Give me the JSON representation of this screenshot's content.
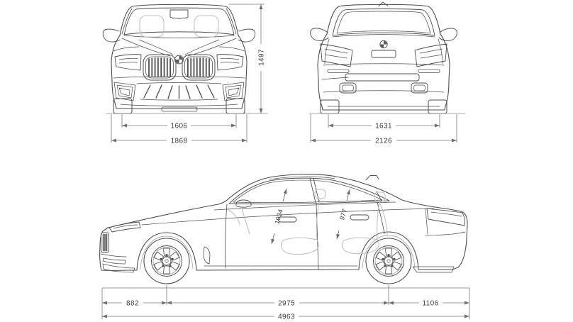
{
  "views": {
    "front": {
      "track_width": "1606",
      "overall_width": "1868",
      "height": "1497"
    },
    "rear": {
      "track_width": "1631",
      "overall_width_incl_mirrors": "2126"
    },
    "side": {
      "front_headroom": "1034",
      "rear_headroom": "977",
      "front_overhang": "882",
      "wheelbase": "2975",
      "rear_overhang": "1106",
      "overall_length": "4963"
    }
  },
  "colors": {
    "outline": "#4e4e4e",
    "detail": "#6a6a6a",
    "light_detail": "#bdbdbd",
    "dimension_line": "#7a7a7a",
    "label_text": "#3b3b3b",
    "background": "#ffffff"
  }
}
